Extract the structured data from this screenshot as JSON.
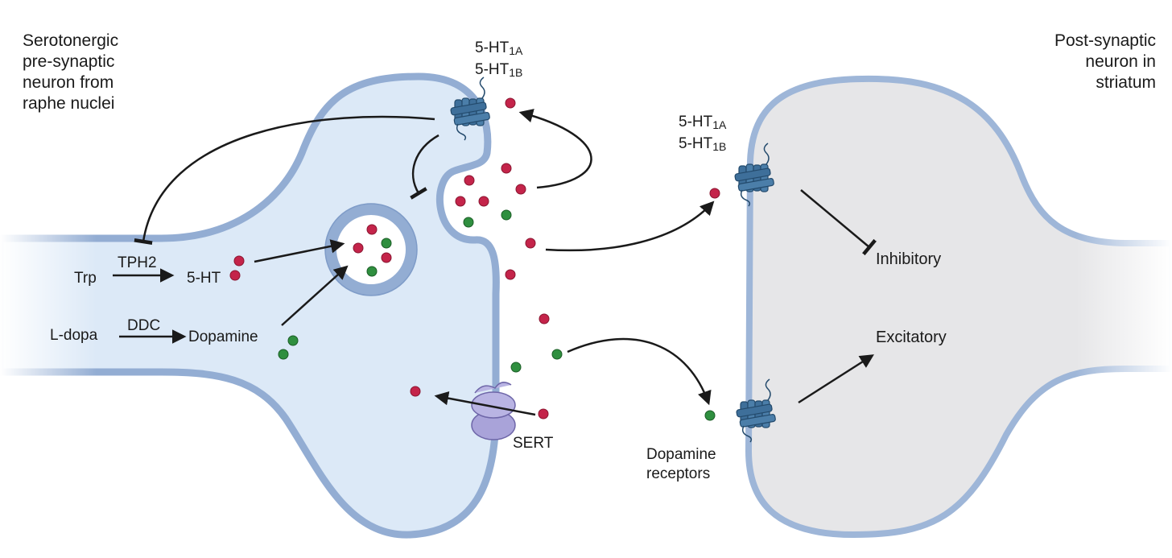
{
  "labels": {
    "pre_neuron": [
      "Serotonergic",
      "pre-synaptic",
      "neuron from",
      "raphe nuclei"
    ],
    "post_neuron": [
      "Post-synaptic",
      "neuron in",
      "striatum"
    ],
    "autoreceptor_top": {
      "line1": "5-HT",
      "sub1": "1A",
      "line2": "5-HT",
      "sub2": "1B"
    },
    "post_receptor": {
      "line1": "5-HT",
      "sub1": "1A",
      "line2": "5-HT",
      "sub2": "1B"
    },
    "trp": "Trp",
    "tph2": "TPH2",
    "five_ht": "5-HT",
    "ldopa": "L-dopa",
    "ddc": "DDC",
    "dopamine": "Dopamine",
    "sert": "SERT",
    "dopamine_receptors": [
      "Dopamine",
      "receptors"
    ],
    "inhibitory": "Inhibitory",
    "excitatory": "Excitatory"
  },
  "colors": {
    "serotonin": "#c4244a",
    "dopamine": "#2f8f3f",
    "pre_fill": "#dce9f7",
    "post_fill": "#e6e6e8",
    "membrane": "#93add3",
    "receptor": "#3e6f9a",
    "sert": "#a9a3d9"
  }
}
